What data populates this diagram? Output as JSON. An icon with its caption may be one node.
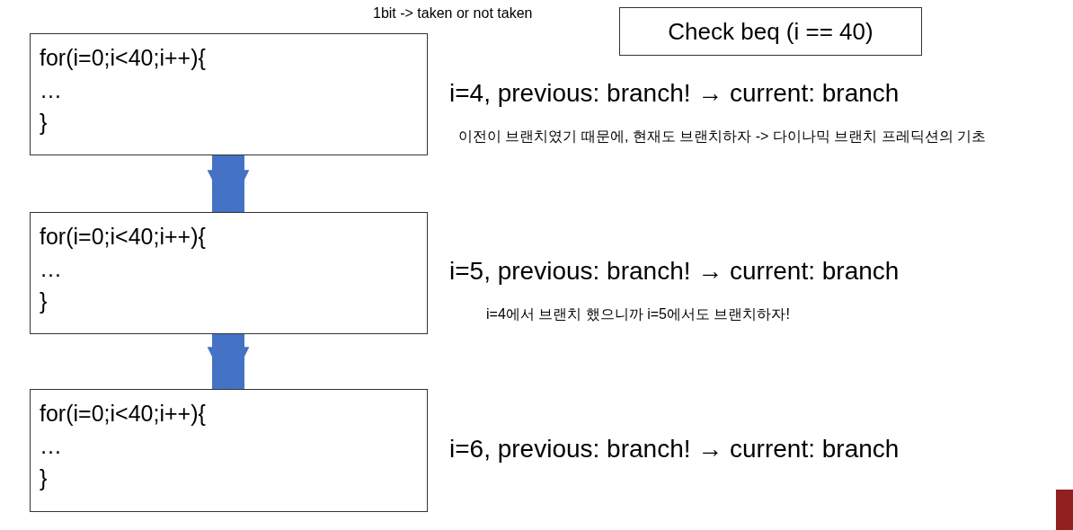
{
  "diagram": {
    "nodes": [
      {
        "text": [
          "for(i=0;i<40;i++){",
          "…",
          "}"
        ]
      },
      {
        "text": [
          "for(i=0;i<40;i++){",
          "…",
          "}"
        ]
      },
      {
        "text": [
          "for(i=0;i<40;i++){",
          "…",
          "}"
        ]
      },
      {
        "text": [
          "Check beq (i == 40)"
        ]
      }
    ],
    "edges": [
      {
        "from": 0,
        "to": 1,
        "arrow": "to"
      },
      {
        "from": 1,
        "to": 2,
        "arrow": "to"
      }
    ],
    "labels": [
      "1bit -> taken or not taken",
      "i=4, previous: branch! → current: branch",
      "이전이 브랜치였기 때문에, 현재도 브랜치하자 -> 다이나믹 브랜치 프레딕션의 기초",
      "i=5, previous: branch! → current: branch",
      "i=4에서 브랜치 했으니까 i=5에서도 브랜치하자!",
      "i=6, previous: branch! → current: branch"
    ]
  }
}
